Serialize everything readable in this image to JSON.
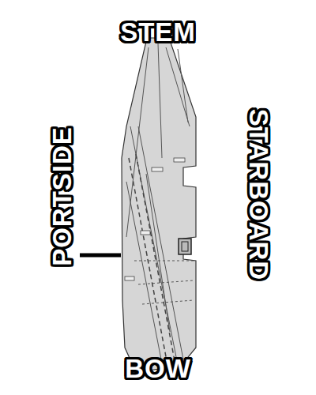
{
  "diagram": {
    "labels": [
      "STEM",
      "PORTSIDE",
      "STARBOARD",
      "BOW"
    ]
  }
}
